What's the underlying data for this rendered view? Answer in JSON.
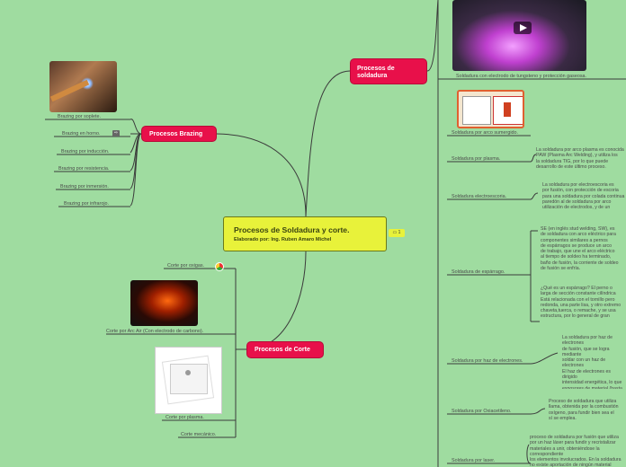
{
  "central": {
    "title": "Procesos de Soldadura y corte.",
    "subtitle": "Elaborado por: Ing. Ruben Amaro Michel",
    "comment_count": "1"
  },
  "brazing": {
    "label": "Procesos Brazing",
    "items": [
      "Brazing por soplete.",
      "Brazing en horno.",
      "Brazing por inducción.",
      "Brazing por resistencia.",
      "Brazing por inmersión.",
      "Brazing por infrarojo."
    ]
  },
  "soldadura": {
    "label": "Procesos de soldadura",
    "items": [
      "Soldadura con electrodo de tungsteno y protección gaseosa.",
      "Soldadura por arco sumergido.",
      "Soldadura por plasma.",
      "Soldadura electroescoria.",
      "Soldadura de espárrago.",
      "Soldadura por haz de electrones.",
      "Soldadura por Oxiacetileno.",
      "Soldadura por laser."
    ]
  },
  "descriptions": [
    "La soldadura por arco plasma es conocida\nPAW (Plasma Arc Welding), y utiliza los\nla soldadura TIG, por lo que puede\ndesarrollo de este último proceso.",
    "La soldadura por electroescoria es\npor fusión, con protección de escoria\npara una soldadura por colada continua\nparedón al de soldadura por arco\nutilización de electrodos, y de un",
    "SE (en inglés stud welding, SW), es\nde soldadura con arco eléctrico para\ncomponentes similares a pernos\nde espárragos se produce un arco\nde trabajo, que une el arco eléctrico\nal tiempo de soldeo ha terminado,\nbaño de fusión, la corriente de soldeo\nde fusión se enfría.",
    "¿Qué es un espárrago? El perno o\nlarga de sección constante cilíndrica\nEstá relacionada con el tornillo pero\nredonda, una parte lisa, y otro extremo\nchaveta,tuerca, o remache, y se usa\nestructura, por lo general de gran",
    "La soldadura por haz de electrones\nde fusión, que se logra mediante\nsoldar con un haz de electrones\nEl haz de electrones es dirigido\nintensidad energética, lo que\nexposores de material (hasta\npasada aproximadamente\nexplicar mediante el electrón\ncomo ojo de cerradura).",
    "Proceso de soldadura que utiliza\nllama, obtenida por la combustión\noxígeno, para fundir bien sea el\nsí se emplea.",
    "proceso de soldadura por fusión que utiliza\npor un haz láser para fundir y recristalizar\nmateriales a unir, obteniéndose la correspondiente\nlos elementos involucrados. En la soldadura\nno existe aportación de ningún material\nse realiza por el calentamiento de la zona"
  ],
  "corte": {
    "label": "Procesos de Corte",
    "items": [
      "Corte por oxigas.",
      "Corte por Arc Air (Con electrodo de carbono).",
      "Corte por plasma.",
      "Corte mecánico."
    ]
  },
  "icons": {
    "comment": "comment-icon",
    "link": "link-icon",
    "play": "play-icon"
  },
  "colors": {
    "background": "#9fdca0",
    "main_node": "#e8104a",
    "central_node": "#e8f23a",
    "connector": "#3b3b3b"
  }
}
